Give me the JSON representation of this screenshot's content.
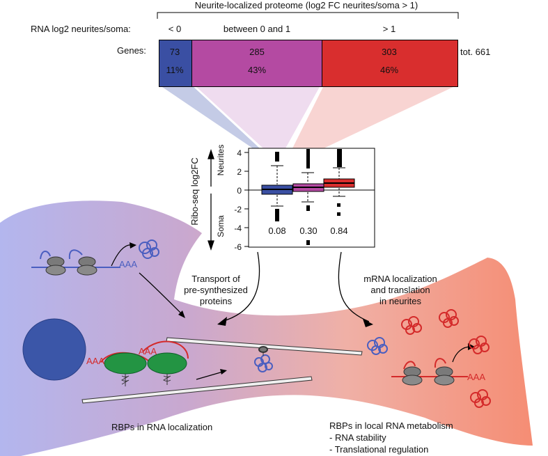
{
  "header": {
    "title": "Neurite-localized proteome (log2 FC neurites/soma > 1)",
    "rna_label": "RNA log2 neurites/soma:",
    "genes_label": "Genes:",
    "total": "tot. 661"
  },
  "categories": [
    {
      "range_label": "< 0",
      "genes": "73",
      "percent": "11%",
      "color": "#3a4fa3"
    },
    {
      "range_label": "between 0 and 1",
      "genes": "285",
      "percent": "43%",
      "color": "#b44aa2"
    },
    {
      "range_label": "> 1",
      "genes": "303",
      "percent": "46%",
      "color": "#d92e2e"
    }
  ],
  "boxplot": {
    "ylabel": "Ribo-seq log2FC",
    "top_label": "Neurites",
    "bottom_label": "Soma",
    "ticks": [
      "4",
      "2",
      "0",
      "-2",
      "-4",
      "-6"
    ],
    "medians": [
      "0.08",
      "0.30",
      "0.84"
    ]
  },
  "chart_data": {
    "type": "bar",
    "title": "Neurite-localized proteome (log2 FC neurites/soma > 1)",
    "categories": [
      "< 0",
      "between 0 and 1",
      "> 1"
    ],
    "values": [
      73,
      285,
      303
    ],
    "percent": [
      11,
      43,
      46
    ],
    "total": 661
  },
  "arrows": {
    "left": [
      "Transport of",
      "pre-synthesized",
      "proteins"
    ],
    "right": [
      "mRNA localization",
      "and translation",
      "in neurites"
    ]
  },
  "cell": {
    "aaa": "AAA",
    "rbp_localization": "RBPs in RNA localization",
    "rbp_metabolism": "RBPs in local RNA metabolism",
    "rbp_items": [
      "- RNA stability",
      "- Translational regulation"
    ]
  },
  "colors": {
    "soma": "#b7b9ec",
    "neurite": "#f69a80",
    "nucleus": "#3b56a8",
    "ribosome": "#7a7a7a",
    "rbp": "#239443",
    "rna": "#d42a2a",
    "protein_blue": "#4a5ec0"
  }
}
